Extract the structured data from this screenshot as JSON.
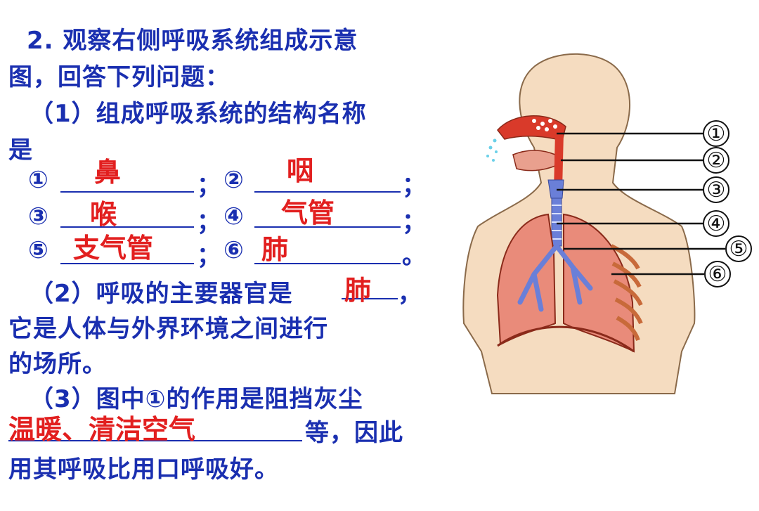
{
  "question": {
    "intro_line1": "2. 观察右侧呼吸系统组成示意",
    "intro_line2": "图，回答下列问题：",
    "part1_line1": "（1）组成呼吸系统的结构名称",
    "part1_line2": "是",
    "row1_num1": "①",
    "row1_sep": "；",
    "row1_num2": "②",
    "row1_end": "；",
    "row2_num1": "③",
    "row2_sep": "；",
    "row2_num2": "④",
    "row2_end": "；",
    "row3_num1": "⑤",
    "row3_sep": "；",
    "row3_num2": "⑥",
    "row3_end": "。",
    "part2_line1": "（2）呼吸的主要器官是",
    "part2_line1_end": "，",
    "part2_line2": "它是人体与外界环境之间进行",
    "part2_line3": "的场所。",
    "part3_line1": "（3）图中①的作用是阻挡灰尘",
    "part3_line2_end": "等，因此",
    "part3_line3": "用其呼吸比用口呼吸好。"
  },
  "answers": {
    "a1": "鼻",
    "a2": "咽",
    "a3": "喉",
    "a4": "气管",
    "a5": "支气管",
    "a6": "肺",
    "main_organ": "肺",
    "nose_function": "温暖、清洁空气"
  },
  "diagram": {
    "labels": [
      "①",
      "②",
      "③",
      "④",
      "⑤",
      "⑥"
    ],
    "colors": {
      "skin": "#f5dcc0",
      "outline": "#8a6a4a",
      "lung": "#e98b7a",
      "airway": "#6a7fd8",
      "nose": "#d93a2a"
    }
  }
}
